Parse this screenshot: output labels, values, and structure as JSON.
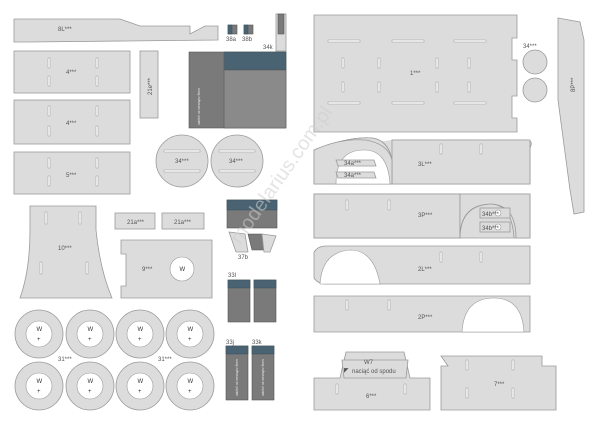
{
  "labels": {
    "p8L": "8L***",
    "p4a": "4***",
    "p4b": "4***",
    "p5": "5***",
    "p10": "10***",
    "p21a1": "21a***",
    "p21a2": "21a***",
    "p21e": "21e***",
    "p9": "9***",
    "p9w": "W",
    "p34a": "34***",
    "p34b": "34***",
    "p34k": "34k",
    "p38a": "38a",
    "p38b": "38b",
    "p37b": "37b",
    "p33l": "33l",
    "p33j": "33j",
    "p33k": "33k",
    "p31a": "31***",
    "p31b": "31***",
    "p1": "1***",
    "p3L": "3L***",
    "p34a_arch1": "34a***",
    "p34a_arch2": "34a***",
    "p3P": "3P***",
    "p34b1": "34b***",
    "p34b2": "34b***",
    "p2L": "2L***",
    "p2P": "2P***",
    "p34c": "34***",
    "p8P": "8P***",
    "pW7": "W7",
    "p6": "6***",
    "p7": "7***",
    "naciac": "naciąć od spodu",
    "wheel_w": "W",
    "wheel_plus": "+"
  },
  "watermark": "modelarius.com.pl",
  "colors": {
    "part_fill": "#dcdcdc",
    "part_stroke": "#9a9a9a",
    "dark": "#7a7a7a",
    "accent_blue": "#4a6373"
  }
}
